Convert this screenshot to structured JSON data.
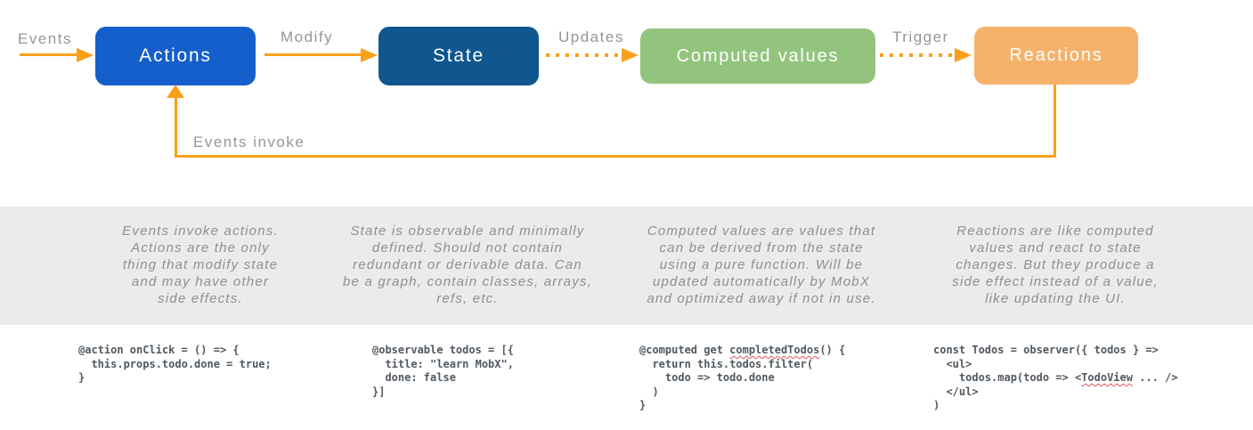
{
  "diagram": {
    "arrow_color": "#F9A01B",
    "label_events": "Events",
    "label_modify": "Modify",
    "label_updates": "Updates",
    "label_trigger": "Trigger",
    "label_events_invoke": "Events invoke",
    "boxes": [
      {
        "id": "actions",
        "label": "Actions",
        "color": "#155FCC"
      },
      {
        "id": "state",
        "label": "State",
        "color": "#10568F"
      },
      {
        "id": "computed",
        "label": "Computed values",
        "color": "#93C47D"
      },
      {
        "id": "reactions",
        "label": "Reactions",
        "color": "#F6B26B"
      }
    ]
  },
  "descriptions": [
    {
      "text": "Events invoke actions.\nActions are the only\nthing that modify state\nand may have other\nside effects."
    },
    {
      "text": "State is observable and minimally\ndefined. Should not contain\nredundant or derivable data. Can\nbe a graph, contain classes, arrays,\nrefs, etc."
    },
    {
      "text": "Computed values are values that\ncan be derived from the state\nusing a pure function. Will be\nupdated automatically by MobX\nand optimized away if not in use."
    },
    {
      "text": "Reactions are like computed\nvalues and react to state\nchanges. But they produce a\nside effect instead of a value,\nlike updating the UI."
    }
  ],
  "code_samples": [
    {
      "lines": [
        [
          {
            "t": "@action onClick = () => {"
          }
        ],
        [
          {
            "t": "  this.props.todo.done = true;"
          }
        ],
        [
          {
            "t": "}"
          }
        ]
      ]
    },
    {
      "lines": [
        [
          {
            "t": "@observable todos = [{"
          }
        ],
        [
          {
            "t": "  title: \"learn MobX\","
          }
        ],
        [
          {
            "t": "  done: false"
          }
        ],
        [
          {
            "t": "}]"
          }
        ]
      ]
    },
    {
      "lines": [
        [
          {
            "t": "@computed get "
          },
          {
            "t": "completedTodos",
            "w": true
          },
          {
            "t": "() {"
          }
        ],
        [
          {
            "t": "  return this.todos.filter("
          }
        ],
        [
          {
            "t": "    todo => todo.done"
          }
        ],
        [
          {
            "t": "  )"
          }
        ],
        [
          {
            "t": "}"
          }
        ]
      ]
    },
    {
      "lines": [
        [
          {
            "t": "const Todos = observer({ todos } =>"
          }
        ],
        [
          {
            "t": "  <ul>"
          }
        ],
        [
          {
            "t": "    todos.map(todo => <"
          },
          {
            "t": "TodoView",
            "w": true
          },
          {
            "t": " ... />"
          }
        ],
        [
          {
            "t": "  </ul>"
          }
        ],
        [
          {
            "t": ")"
          }
        ]
      ]
    }
  ]
}
